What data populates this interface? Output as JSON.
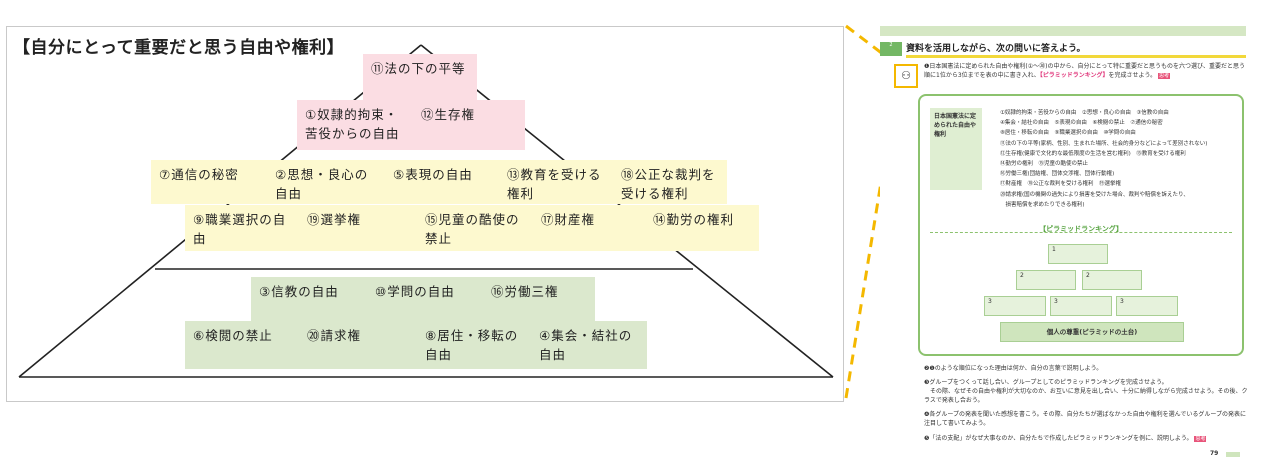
{
  "panel": {
    "title": "【自分にとって重要だと思う自由や権利】",
    "tiers": {
      "top": [
        {
          "id": "n11",
          "text": "⑪法の下の平等",
          "color": "pink"
        }
      ],
      "second": [
        {
          "id": "n1",
          "text": "①奴隷的拘束・苦役からの自由",
          "color": "pink"
        },
        {
          "id": "n12",
          "text": "⑫生存権",
          "color": "pink"
        }
      ],
      "third_row1": [
        {
          "id": "n7",
          "text": "⑦通信の秘密",
          "color": "yellow"
        },
        {
          "id": "n2",
          "text": "②思想・良心の自由",
          "color": "yellow"
        },
        {
          "id": "n5",
          "text": "⑤表現の自由",
          "color": "yellow"
        },
        {
          "id": "n13",
          "text": "⑬教育を受ける権利",
          "color": "yellow"
        },
        {
          "id": "n18",
          "text": "⑱公正な裁判を受ける権利",
          "color": "yellow"
        }
      ],
      "third_row2": [
        {
          "id": "n9",
          "text": "⑨職業選択の自由",
          "color": "yellow"
        },
        {
          "id": "n19",
          "text": "⑲選挙権",
          "color": "yellow"
        },
        {
          "id": "n15",
          "text": "⑮児童の酷使の禁止",
          "color": "yellow"
        },
        {
          "id": "n17",
          "text": "⑰財産権",
          "color": "yellow"
        },
        {
          "id": "n14",
          "text": "⑭勤労の権利",
          "color": "yellow"
        }
      ],
      "base_row1": [
        {
          "id": "n3",
          "text": "③信教の自由",
          "color": "green"
        },
        {
          "id": "n10",
          "text": "⑩学問の自由",
          "color": "green"
        },
        {
          "id": "n16",
          "text": "⑯労働三権",
          "color": "green"
        }
      ],
      "base_row2": [
        {
          "id": "n6",
          "text": "⑥検閲の禁止",
          "color": "green"
        },
        {
          "id": "n20",
          "text": "⑳請求権",
          "color": "green"
        },
        {
          "id": "n8",
          "text": "⑧居住・移転の自由",
          "color": "green"
        },
        {
          "id": "n4",
          "text": "④集会・結社の自由",
          "color": "green"
        }
      ]
    }
  },
  "colors": {
    "pink": "#fbdde3",
    "yellow": "#fdf9cf",
    "green": "#dbe8cd",
    "callout": "#f4b800",
    "book_green": "#8cc26e"
  },
  "book": {
    "badge": "2",
    "heading": "資料を活用しながら、次の問いに答えよう。",
    "icon": "group-people-icon",
    "q1": "❶日本国憲法に定められた自由や権利(①〜⑳)の中から、自分にとって特に重要だと思うものを六つ選び、重要だと思う順に1位から3位までを表の中に書き入れ、",
    "q1_accent": "【ピラミッドランキング】",
    "q1_end": "を完成させよう。",
    "q1_tag": "思考",
    "rights_label": "日本国憲法に定められた自由や権利",
    "rights_lines": [
      "①奴隷的拘束・苦役からの自由　②思想・良心の自由　③信教の自由",
      "④集会・結社の自由　⑤表現の自由　⑥検閲の禁止　⑦通信の秘密",
      "⑧居住・移転の自由　⑨職業選択の自由　⑩学問の自由",
      "⑪法の下の平等(家柄、性別、生まれた場所、社会的身分などによって差別されない)",
      "⑫生存権(健康で文化的な最低限度の生活を営む権利)　⑬教育を受ける権利",
      "⑭勤労の権利　⑮児童の酷使の禁止",
      "⑯労働三権(団結権、団体交渉権、団体行動権)",
      "⑰財産権　⑱公正な裁判を受ける権利　⑲選挙権",
      "⑳請求権(国の機関の過失により損害を受けた場合、裁判や賠償を訴えたり、",
      "　損害賠償を求めたりできる権利)"
    ],
    "ranking_title": "【ピラミッドランキング】",
    "rank_slots": [
      {
        "label": "1"
      },
      {
        "label": "2"
      },
      {
        "label": "2"
      },
      {
        "label": "3"
      },
      {
        "label": "3"
      },
      {
        "label": "3"
      }
    ],
    "base_label": "個人の尊重(ピラミッドの土台)",
    "q2": "❷❶のような順位になった理由は何か、自分の言葉で説明しよう。",
    "q3a": "❸グループをつくって話し合い、グループとしてのピラミッドランキングを完成させよう。",
    "q3b": "　その際、なぜその自由や権利が大切なのか、お互いに意見を出し合い、十分に納得しながら完成させよう。その後、クラスで発表し合おう。",
    "q4": "❹各グループの発表を聞いた感想を書こう。その際、自分たちが選ばなかった自由や権利を選んでいるグループの発表に注目して書いてみよう。",
    "q5": "❺「法の支配」がなぜ大事なのか、自分たちで作成したピラミッドランキングを例に、説明しよう。",
    "q5_tag": "思考",
    "page_number": "79"
  }
}
